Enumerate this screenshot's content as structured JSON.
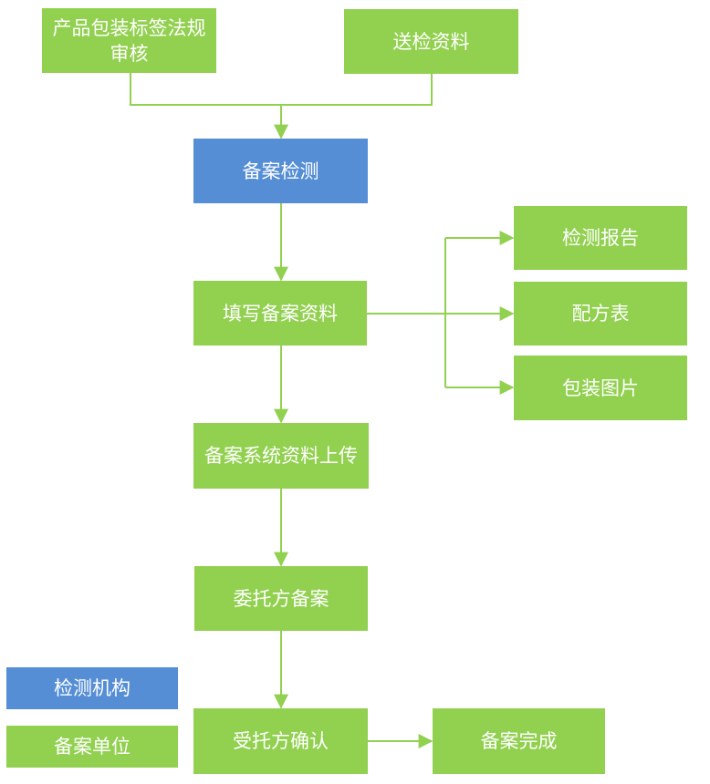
{
  "colors": {
    "lab": "#558ed5",
    "unit": "#92d050",
    "connector": "#92d050",
    "text": "#ffffff"
  },
  "nodes": {
    "label_review": "产品包装标签法规审核",
    "send_materials": "送检资料",
    "filing_test": "备案检测",
    "fill_filing_data": "填写备案资料",
    "test_report": "检测报告",
    "formula_table": "配方表",
    "package_images": "包装图片",
    "system_upload": "备案系统资料上传",
    "entrusted_filing": "委托方备案",
    "entrusted_confirm": "受托方确认",
    "filing_complete": "备案完成"
  },
  "legend": {
    "lab": "检测机构",
    "unit": "备案单位"
  }
}
